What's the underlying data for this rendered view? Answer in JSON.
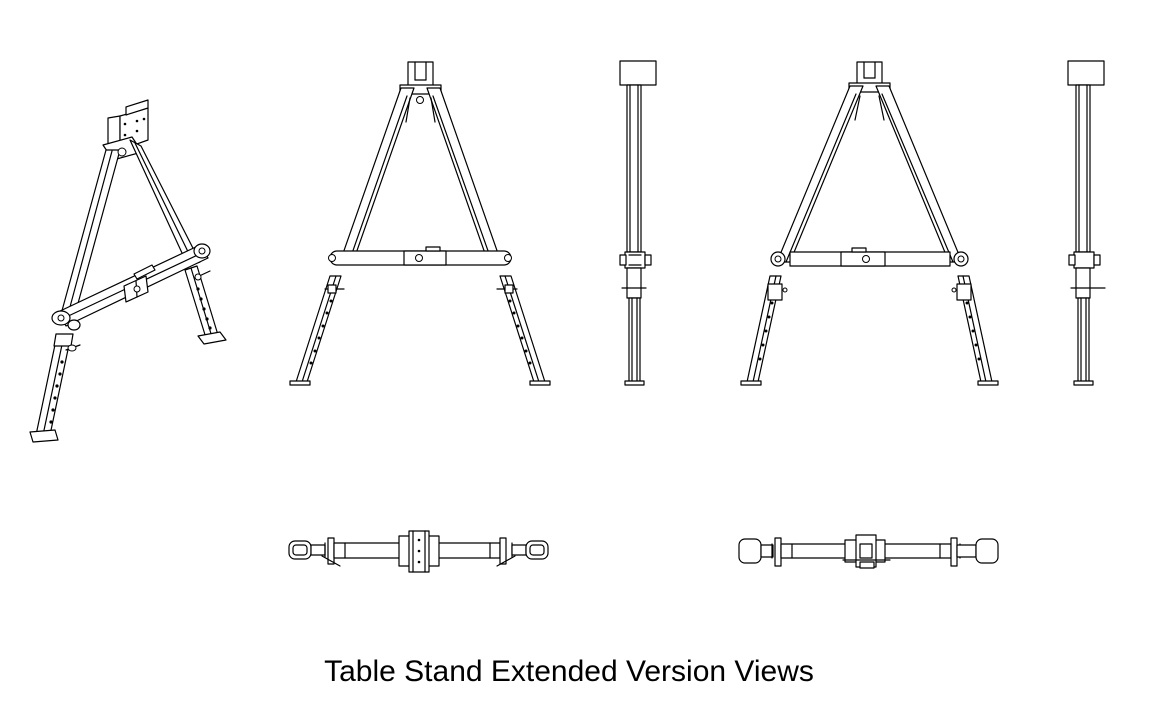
{
  "caption": "Table Stand Extended Version Views",
  "views": [
    {
      "name": "isometric-view",
      "icon": "table-stand-isometric-icon"
    },
    {
      "name": "front-view-1",
      "icon": "table-stand-front-icon"
    },
    {
      "name": "side-view-1",
      "icon": "table-stand-side-icon"
    },
    {
      "name": "front-view-2",
      "icon": "table-stand-front-icon"
    },
    {
      "name": "side-view-2",
      "icon": "table-stand-side-icon"
    },
    {
      "name": "top-view-1",
      "icon": "table-stand-top-icon"
    },
    {
      "name": "top-view-2",
      "icon": "table-stand-top-icon"
    }
  ],
  "colors": {
    "line": "#000000",
    "background": "#ffffff"
  }
}
